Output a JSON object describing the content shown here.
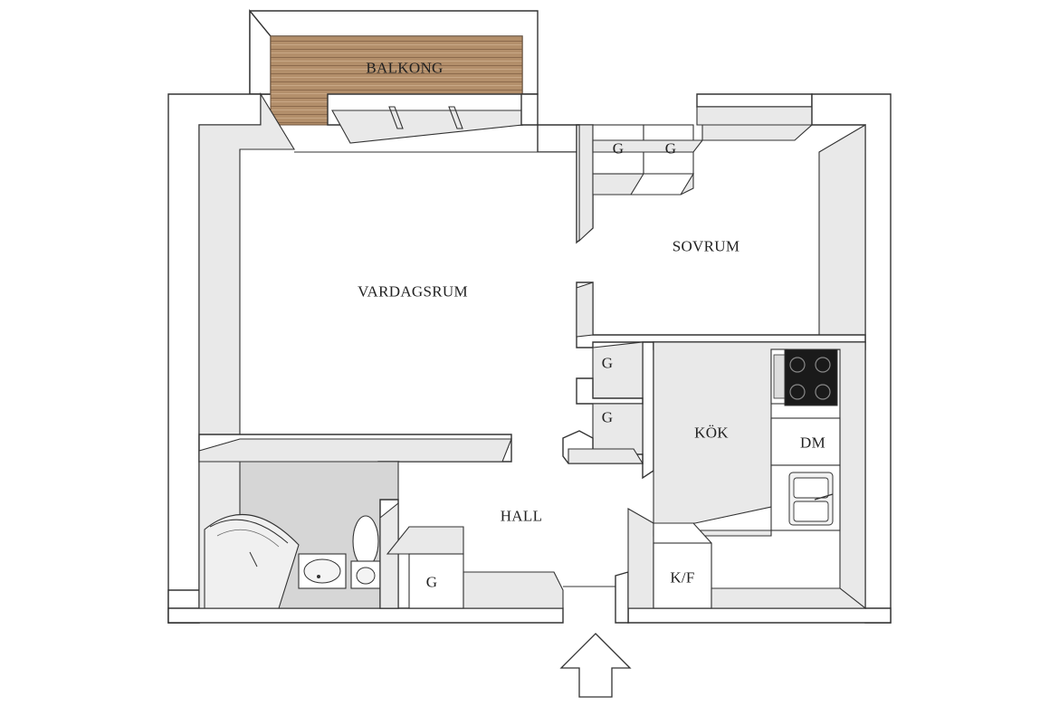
{
  "floor_plan": {
    "rooms": {
      "balcony": "BALKONG",
      "living_room": "VARDAGSRUM",
      "bedroom": "SOVRUM",
      "kitchen": "KÖK",
      "hall": "HALL"
    },
    "fixtures": {
      "wardrobe_label": "G",
      "dishwasher": "DM",
      "fridge_freezer": "K/F"
    },
    "colors": {
      "floor": "#ffffff",
      "bath_floor": "#d5d5d5",
      "balcony_deck": "#b08e6b",
      "walls": "#333333",
      "stove": "#1a1a1a"
    },
    "entrance_icon": "up-arrow-icon"
  }
}
